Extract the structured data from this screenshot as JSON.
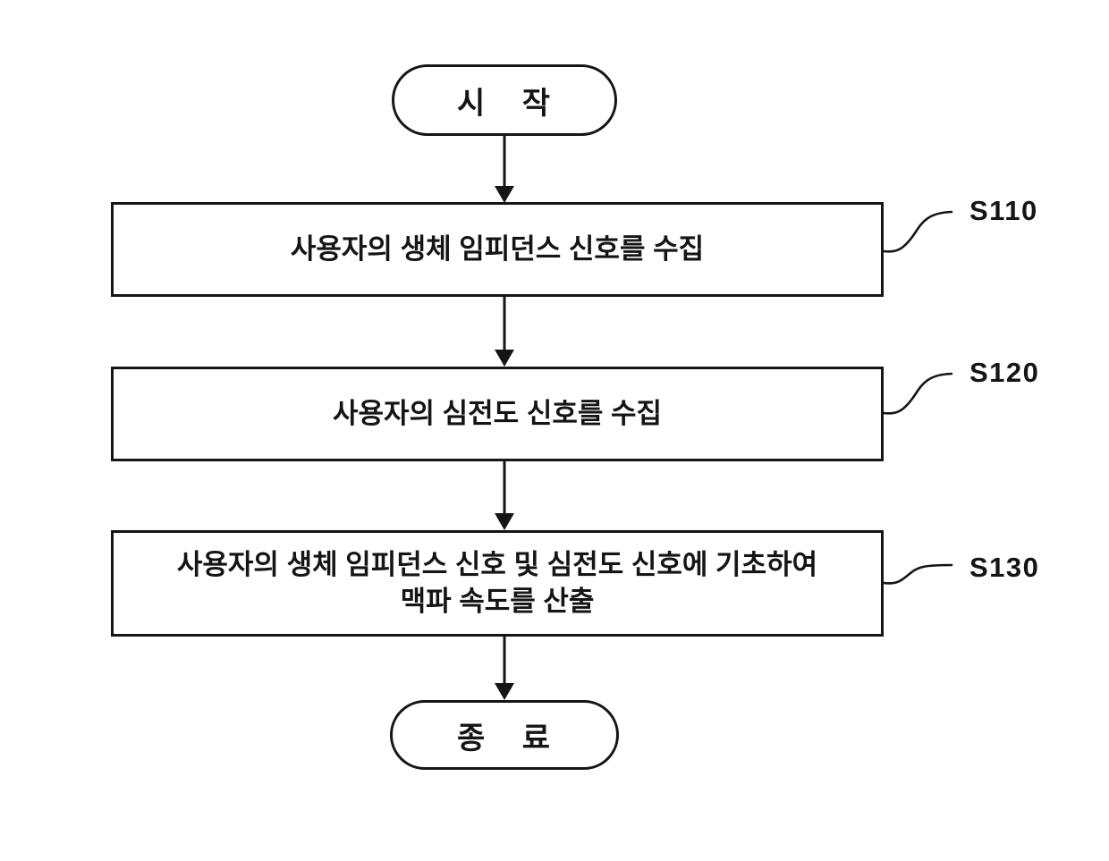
{
  "flowchart": {
    "start_label": "시 작",
    "end_label": "종 료",
    "steps": [
      {
        "id": "S110",
        "lines": [
          "사용자의 생체 임피던스 신호를 수집"
        ]
      },
      {
        "id": "S120",
        "lines": [
          "사용자의 심전도 신호를 수집"
        ]
      },
      {
        "id": "S130",
        "lines": [
          "사용자의 생체 임피던스 신호 및 심전도 신호에 기초하여",
          "맥파 속도를 산출"
        ]
      }
    ],
    "colors": {
      "ink": "#151515",
      "background": "#ffffff"
    }
  }
}
